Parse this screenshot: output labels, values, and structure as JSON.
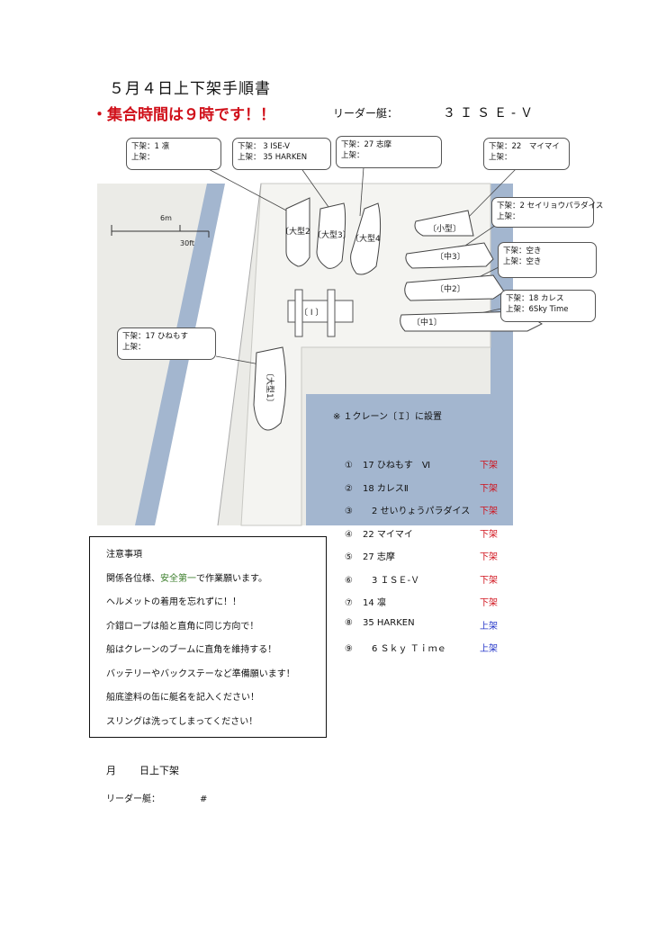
{
  "header": {
    "title": "５月４日上下架手順書",
    "assembly": "・集合時間は９時です！！",
    "leader_label": "リーダー艇：",
    "leader_value": "３ＩＳＥ-Ｖ"
  },
  "map": {
    "scale_distance": "6m",
    "scale_feet": "30ft",
    "boats": {
      "large2": "〔大型2",
      "large3": "〔大型3〕",
      "large4": "〔大型4",
      "large1": "〔大型1〕",
      "small": "〔小型〕",
      "mid3": "〔中3〕",
      "mid2": "〔中2〕",
      "mid1": "〔中1〕",
      "crane": "〔 I 〕"
    },
    "callouts": {
      "c1": {
        "line1": "下架：1 凛",
        "line2": "上架："
      },
      "c2": {
        "line1": "下架： 3 ISE-V",
        "line2": "上架： 35 HARKEN"
      },
      "c3": {
        "line1": "下架：27 志摩",
        "line2": "上架："
      },
      "c4": {
        "line1": "下架：22　マイマイ",
        "line2": "上架："
      },
      "c5": {
        "line1": "下架：2 セイリョウパラダイス",
        "line2": "上架："
      },
      "c6": {
        "line1": "下架：空き",
        "line2": "上架：空き"
      },
      "c7": {
        "line1": "下架：18 カレス",
        "line2": "上架：6Sky Time"
      },
      "c8": {
        "line1": "下架：17 ひねもす",
        "line2": "上架："
      }
    },
    "colors": {
      "land": "#ebebe7",
      "water": "#a3b6cf",
      "pier": "#ffffff",
      "accent_red": "#d0101a",
      "green": "#3a7d2a",
      "blue": "#2233c8"
    }
  },
  "crane_note": "※ １クレーン〔Ｉ〕に設置",
  "order": [
    {
      "num": "①",
      "name": "17 ひねもす　Ⅵ",
      "op": "下架",
      "type": "down"
    },
    {
      "num": "②",
      "name": "18 カレスⅡ",
      "op": "下架",
      "type": "down"
    },
    {
      "num": "③",
      "name": "　2 せいりょうパラダイス",
      "op": "下架",
      "type": "down"
    },
    {
      "num": "④",
      "name": "22 マイマイ",
      "op": "下架",
      "type": "down"
    },
    {
      "num": "⑤",
      "name": "27 志摩",
      "op": "下架",
      "type": "down"
    },
    {
      "num": "⑥",
      "name": "　3 ＩＳＥ-Ｖ",
      "op": "下架",
      "type": "down"
    },
    {
      "num": "⑦",
      "name": "14 凛",
      "op": "下架",
      "type": "down"
    },
    {
      "num": "⑧",
      "name": "35 HARKEN",
      "op": "上架",
      "type": "up"
    },
    {
      "num": "⑨",
      "name": "　6 Ｓｋｙ Ｔｉｍｅ",
      "op": "上架",
      "type": "up"
    }
  ],
  "notes": {
    "heading": "注意事項",
    "line1_pre": "関係各位様、",
    "line1_emph": "安全第一",
    "line1_post": "で作業願います。",
    "lines": [
      "ヘルメットの着用を忘れずに！！",
      "介錯ロープは船と直角に同じ方向で！",
      "船はクレーンのブームに直角を維持する！",
      "バッテリーやバックステーなど準備願います！",
      "船底塗料の缶に艇名を記入ください！",
      "スリングは洗ってしまってください！"
    ]
  },
  "footer": {
    "date_month": "月",
    "date_rest": "日上下架",
    "leader_label": "リーダー艇：",
    "leader_value": "#"
  }
}
